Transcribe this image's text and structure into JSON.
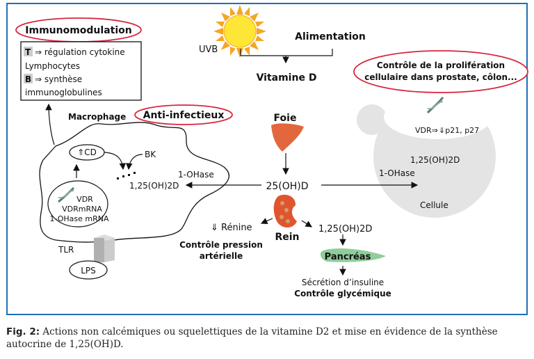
{
  "diagram": {
    "immunomodulation": {
      "title": "Immunomodulation",
      "lines": [
        {
          "badge": "T",
          "text": "⇒ régulation cytokine"
        },
        {
          "badge": "",
          "text": "Lymphocytes"
        },
        {
          "badge": "B",
          "text": "⇒ synthèse"
        },
        {
          "badge": "",
          "text": "immunoglobulines"
        }
      ]
    },
    "sources": {
      "uvb": "UVB",
      "alimentation": "Alimentation",
      "vitamine_d": "Vitamine D"
    },
    "proliferation": {
      "line1": "Contrôle de la prolifération",
      "line2": "cellulaire dans prostate, côlon..."
    },
    "macrophage": {
      "label": "Macrophage",
      "anti_infectieux": "Anti-infectieux",
      "cd": "⇑CD",
      "bk": "BK",
      "ohase": "1-OHase",
      "calcitriol": "1,25(OH)2D",
      "nucleus": [
        "VDR",
        "VDRmRNA",
        "1-OHase mRNA"
      ],
      "tlr": "TLR",
      "lps": "LPS"
    },
    "liver": {
      "label": "Foie"
    },
    "center": {
      "calcidiol": "25(OH)D"
    },
    "kidney": {
      "label": "Rein",
      "renine": "⇓ Rénine",
      "pression1": "Contrôle pression",
      "pression2": "artérielle",
      "calcitriol": "1,25(OH)2D"
    },
    "pancreas": {
      "label": "Pancréas",
      "secretion": "Sécrétion d’insuline",
      "glycemie": "Contrôle glycémique"
    },
    "cell": {
      "label": "Cellule",
      "vdr": "VDR⇒",
      "p": "⇓p21, p27",
      "calcitriol": "1,25(OH)2D",
      "ohase": "1-OHase"
    },
    "colors": {
      "frame": "#1f6fb8",
      "highlight_ellipse": "#d7263d",
      "sun_core": "#fde636",
      "sun_rays": "#f5a623",
      "liver": "#e2673d",
      "kidney": "#e0552f",
      "pancreas": "#8fcd9a",
      "cell_gray": "#e4e4e4"
    }
  },
  "caption": {
    "fig": "Fig. 2:",
    "text": " Actions non calcémiques ou squelettiques de la vitamine D2 et mise en évidence de la synthèse autocrine de 1,25(OH)D."
  }
}
